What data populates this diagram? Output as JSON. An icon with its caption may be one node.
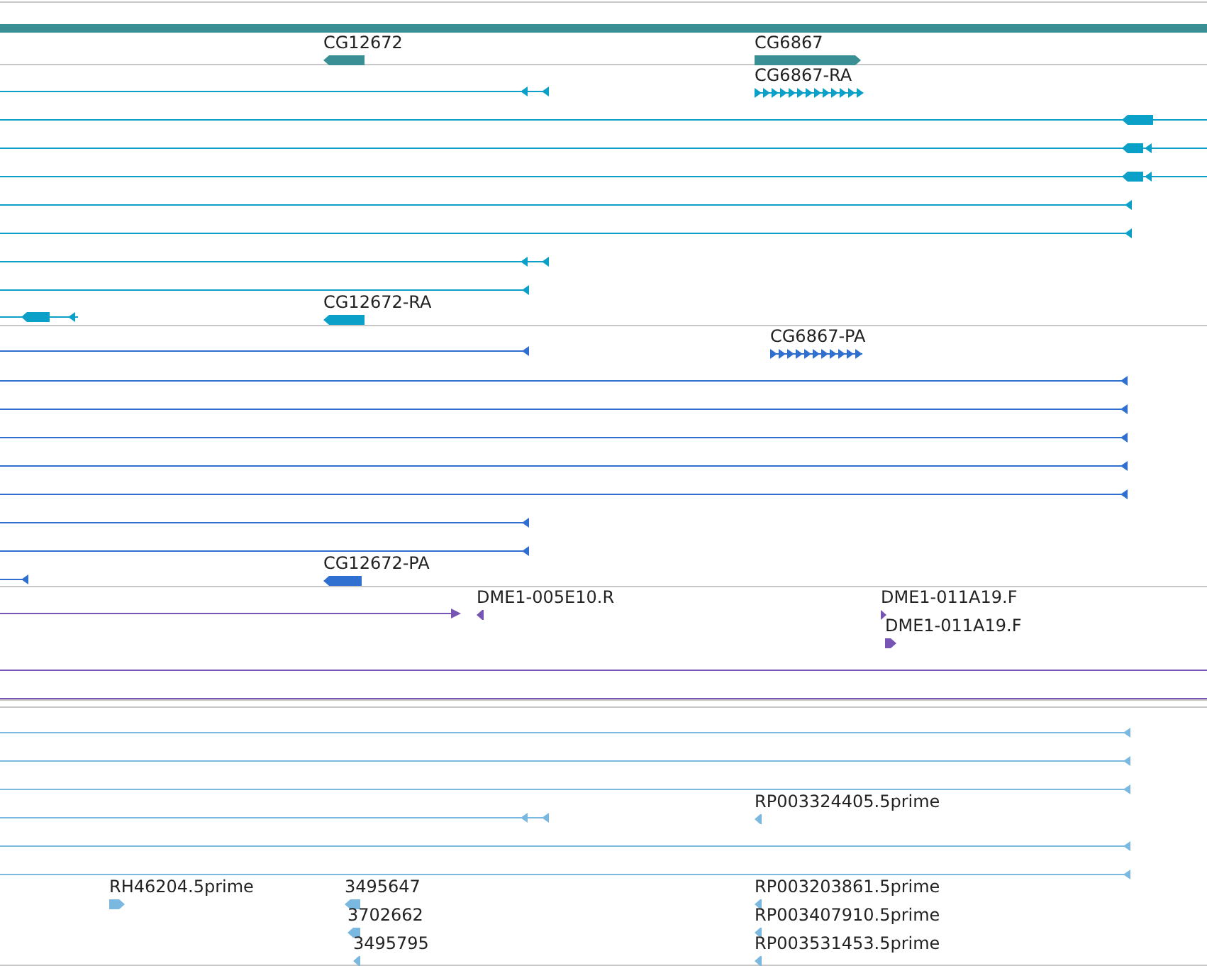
{
  "diagram": {
    "nodes": [
      {
        "text": [
          "CG12672"
        ]
      },
      {
        "text": [
          "CG6867"
        ]
      },
      {
        "text": [
          "CG6867-RA"
        ]
      },
      {
        "text": [
          "CG12672-RA"
        ]
      },
      {
        "text": [
          "CG6867-PA"
        ]
      },
      {
        "text": [
          "CG12672-PA"
        ]
      },
      {
        "text": [
          "DME1-005E10.R"
        ]
      },
      {
        "text": [
          "DME1-011A19.F"
        ]
      },
      {
        "text": [
          "DME1-011A19.F"
        ]
      },
      {
        "text": [
          "RP003324405.5prime"
        ]
      },
      {
        "text": [
          "RH46204.5prime"
        ]
      },
      {
        "text": [
          "3495647"
        ]
      },
      {
        "text": [
          "RP003203861.5prime"
        ]
      },
      {
        "text": [
          "3702662"
        ]
      },
      {
        "text": [
          "RP003407910.5prime"
        ]
      },
      {
        "text": [
          "3495795"
        ]
      },
      {
        "text": [
          "RP003531453.5prime"
        ]
      }
    ]
  }
}
